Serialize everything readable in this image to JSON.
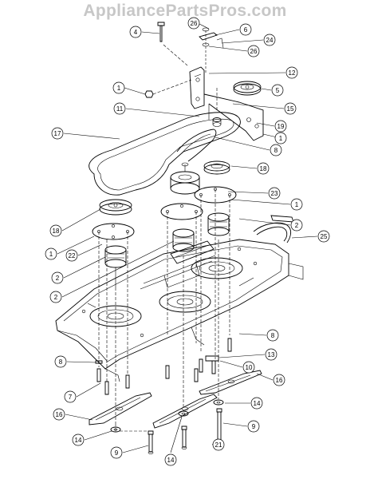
{
  "watermark": "AppliancePartsPros.com",
  "callouts": [
    {
      "id": "c4",
      "text": "4"
    },
    {
      "id": "c26a",
      "text": "26"
    },
    {
      "id": "c6",
      "text": "6"
    },
    {
      "id": "c24",
      "text": "24"
    },
    {
      "id": "c26b",
      "text": "26"
    },
    {
      "id": "c12",
      "text": "12"
    },
    {
      "id": "c1a",
      "text": "1"
    },
    {
      "id": "c5",
      "text": "5"
    },
    {
      "id": "c15",
      "text": "15"
    },
    {
      "id": "c11",
      "text": "11"
    },
    {
      "id": "c19",
      "text": "19"
    },
    {
      "id": "c1b",
      "text": "1"
    },
    {
      "id": "c17",
      "text": "17"
    },
    {
      "id": "c8a",
      "text": "8"
    },
    {
      "id": "c18a",
      "text": "18"
    },
    {
      "id": "c23",
      "text": "23"
    },
    {
      "id": "c1c",
      "text": "1"
    },
    {
      "id": "c2a",
      "text": "2"
    },
    {
      "id": "c18b",
      "text": "18"
    },
    {
      "id": "c25",
      "text": "25"
    },
    {
      "id": "c1d",
      "text": "1"
    },
    {
      "id": "c22",
      "text": "22"
    },
    {
      "id": "c2b",
      "text": "2"
    },
    {
      "id": "c2c",
      "text": "2"
    },
    {
      "id": "c8b",
      "text": "8"
    },
    {
      "id": "c13",
      "text": "13"
    },
    {
      "id": "c8c",
      "text": "8"
    },
    {
      "id": "c10",
      "text": "10"
    },
    {
      "id": "c16a",
      "text": "16"
    },
    {
      "id": "c7",
      "text": "7"
    },
    {
      "id": "c14a",
      "text": "14"
    },
    {
      "id": "c16b",
      "text": "16"
    },
    {
      "id": "c9a",
      "text": "9"
    },
    {
      "id": "c14b",
      "text": "14"
    },
    {
      "id": "c21",
      "text": "21"
    },
    {
      "id": "c9b",
      "text": "9"
    },
    {
      "id": "c14c",
      "text": "14"
    }
  ]
}
